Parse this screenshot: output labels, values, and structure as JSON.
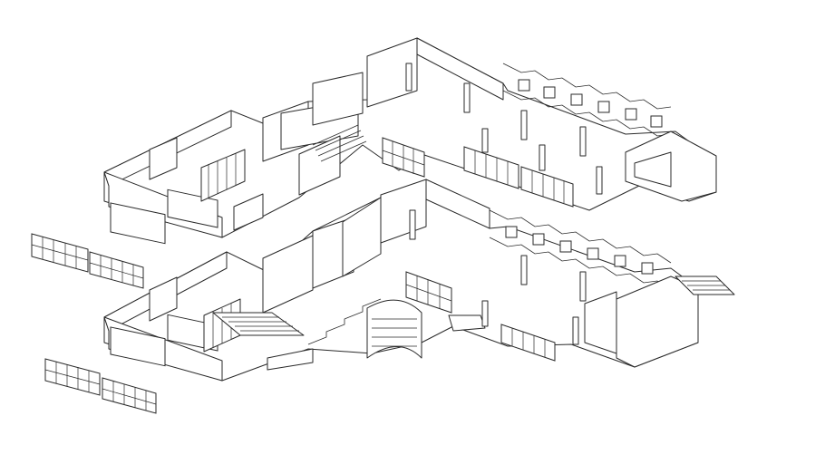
{
  "drawing": {
    "kind": "isometric line drawing of a two-level building floor plan",
    "line_color": "#2a2a2a",
    "background": "#ffffff",
    "levels": [
      "upper-floor",
      "lower-floor"
    ],
    "loose_window_panels": 4
  }
}
